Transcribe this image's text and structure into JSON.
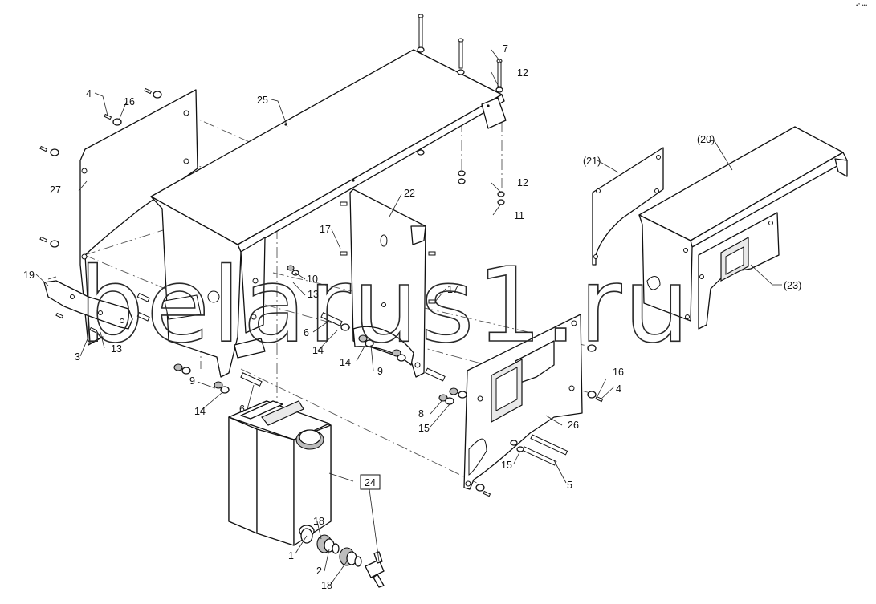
{
  "labels": {
    "l1": "1",
    "l2": "2",
    "l3": "3",
    "l4a": "4",
    "l4b": "4",
    "l5": "5",
    "l6a": "6",
    "l6b": "6",
    "l7": "7",
    "l8": "8",
    "l9a": "9",
    "l9b": "9",
    "l10": "10",
    "l11": "11",
    "l12a": "12",
    "l12b": "12",
    "l13a": "13",
    "l13b": "13",
    "l14a": "14",
    "l14b": "14",
    "l14c": "14",
    "l15a": "15",
    "l15b": "15",
    "l16a": "16",
    "l16b": "16",
    "l17a": "17",
    "l17b": "17",
    "l18a": "18",
    "l18b": "18",
    "l19": "19",
    "l20": "(20)",
    "l21": "(21)",
    "l22": "22",
    "l23": "(23)",
    "l24": "24",
    "l25": "25",
    "l26": "26",
    "l27": "27"
  },
  "watermark": "belarus1.ru",
  "corner_mark": "•″ •••"
}
